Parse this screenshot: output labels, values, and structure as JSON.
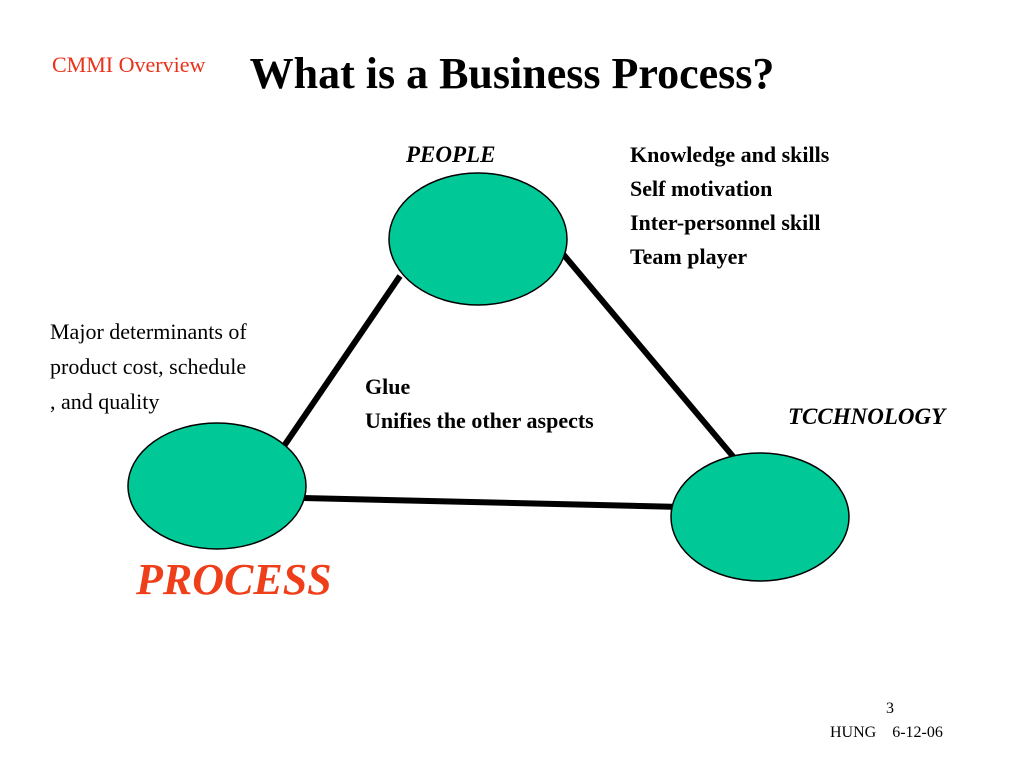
{
  "slide": {
    "header": "CMMI Overview",
    "title": "What is a Business Process?"
  },
  "diagram": {
    "node_color": "#00c896",
    "nodes": {
      "people": {
        "label": "PEOPLE"
      },
      "technology": {
        "label": "TCCHNOLOGY"
      },
      "process": {
        "label": "PROCESS",
        "label_color": "#ee3e1a"
      }
    },
    "people_notes": [
      "Knowledge and skills",
      "Self motivation",
      "Inter-personnel skill",
      "Team player"
    ],
    "process_notes": [
      "Major determinants of",
      "product cost, schedule",
      ", and quality"
    ],
    "glue_notes": [
      "Glue",
      "Unifies the other aspects"
    ]
  },
  "footer": {
    "page_number": "3",
    "author_date": "HUNG    6-12-06"
  }
}
